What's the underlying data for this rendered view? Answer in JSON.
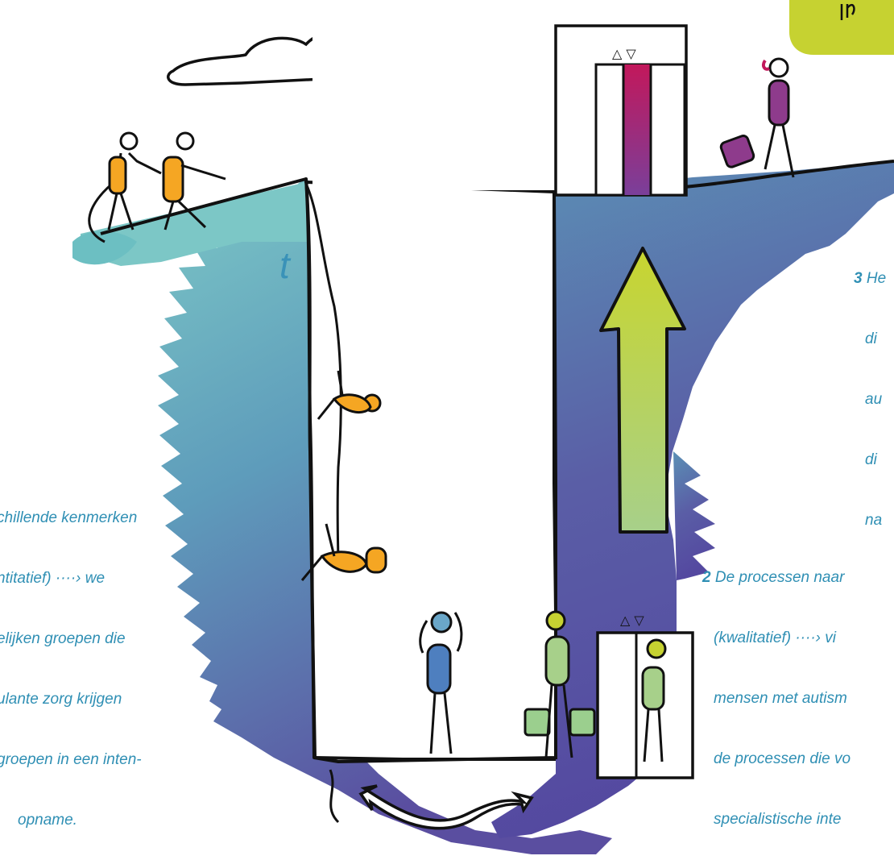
{
  "captions": {
    "left": {
      "lines": [
        "chillende kenmerken",
        "ntitatief) ····› we",
        "elijken groepen die",
        "ulante zorg krijgen",
        "groepen in een inten-",
        "opname."
      ]
    },
    "middle_right": {
      "number": "2",
      "lines": [
        "De processen naar",
        "(kwalitatief) ····› vi",
        "mensen met autism",
        "de processen die vo",
        "specialistische inte"
      ]
    },
    "top_right": {
      "number": "3",
      "lines": [
        "He",
        "di",
        "au",
        "di",
        "na"
      ]
    }
  },
  "fragment_letter": "t",
  "colors": {
    "teal": "#6cc2c4",
    "blue": "#4c8fb4",
    "indigo": "#5a53a2",
    "caption": "#2f8fb4",
    "lime": "#c6d231",
    "orange": "#f5a623",
    "magenta": "#c2185b",
    "purple": "#8e3b8c"
  },
  "icons": [
    "cloud-icon",
    "elevator-icon",
    "arrow-up-icon",
    "swap-arrow-icon",
    "climbing-rope-icon"
  ]
}
